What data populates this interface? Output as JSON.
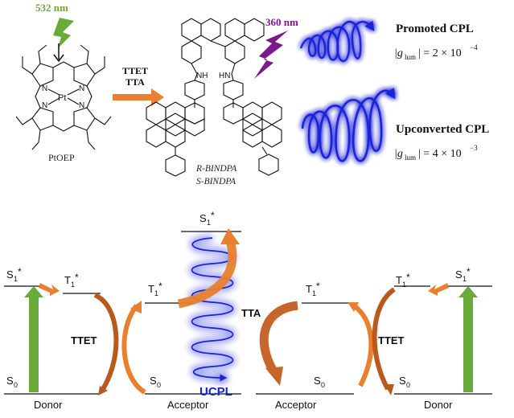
{
  "top": {
    "excitation_green": "532 nm",
    "excitation_purple": "360 nm",
    "arrow_label_1": "TTET",
    "arrow_label_2": "TTA",
    "molecule_sensitizer": "PtOEP",
    "molecule_emitter_r": "R-BINDPA",
    "molecule_emitter_s": "S-BINDPA",
    "atom_pt": "Pt",
    "atom_n": "N",
    "atom_nh": "NH",
    "atom_hn": "HN",
    "promoted_title": "Promoted CPL",
    "promoted_g": "|g",
    "promoted_g_sub": "lum",
    "promoted_value": "| = 2 × 10",
    "promoted_exp": "−4",
    "upconverted_title": "Upconverted CPL",
    "upconverted_g": "|g",
    "upconverted_g_sub": "lum",
    "upconverted_value": "| = 4 × 10",
    "upconverted_exp": "−3"
  },
  "bottom": {
    "s1_base": "S",
    "s1_sub": "1",
    "star": "*",
    "t1_base": "T",
    "t1_sub": "1",
    "s0_base": "S",
    "s0_sub": "0",
    "ttet_left": "TTET",
    "ttet_right": "TTET",
    "tta": "TTA",
    "ucpl": "UCPL",
    "donor_left": "Donor",
    "acceptor_left": "Acceptor",
    "acceptor_right": "Acceptor",
    "donor_right": "Donor"
  },
  "colors": {
    "green": "#6aaa3a",
    "orange": "#e8802f",
    "purple": "#7b1a8a",
    "blue": "#1b22d8",
    "glow": "#6f74ff"
  }
}
